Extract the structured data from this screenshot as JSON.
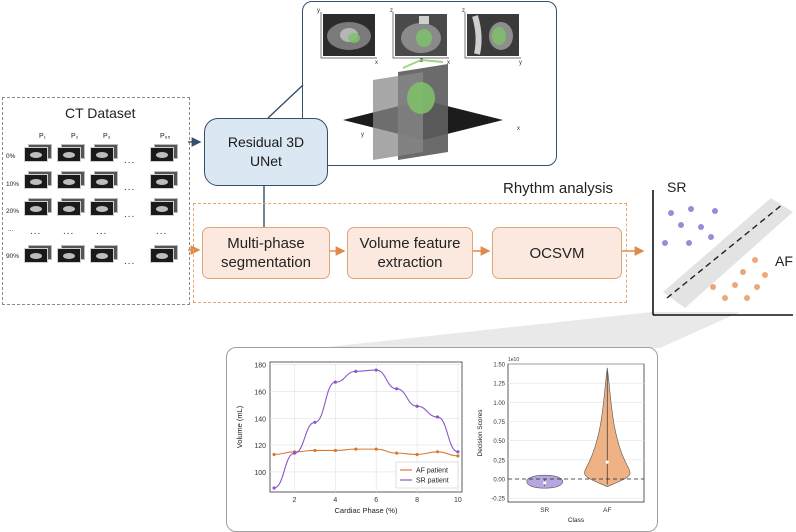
{
  "dataset": {
    "title": "CT Dataset",
    "columns": [
      "P₁",
      "P₂",
      "P₃",
      "P₉₅"
    ],
    "rows": [
      "0%",
      "10%",
      "20%",
      "...",
      "90%"
    ],
    "ellipsis": "..."
  },
  "unet_label": "Residual 3D\nUNet",
  "pipeline": {
    "title": "Rhythm analysis",
    "steps": [
      "Multi-phase\nsegmentation",
      "Volume feature\nextraction",
      "OCSVM"
    ]
  },
  "ct_views": {
    "axis_labels": [
      "y",
      "z",
      "z",
      "x",
      "x",
      "y",
      "z",
      "y",
      "x"
    ]
  },
  "classifier": {
    "label_sr": "SR",
    "label_af": "AF",
    "colors": {
      "sr": "#9e8ad6",
      "af": "#eda878",
      "boundary": "#222222"
    }
  },
  "chart_data": [
    {
      "type": "line",
      "xlabel": "Cardiac Phase (%)",
      "ylabel": "Volume (mL)",
      "xlim": [
        0.8,
        10.2
      ],
      "ylim": [
        85,
        182
      ],
      "xticks": [
        2,
        4,
        6,
        8,
        10
      ],
      "yticks": [
        100,
        120,
        140,
        160,
        180
      ],
      "x": [
        1,
        2,
        3,
        4,
        5,
        6,
        7,
        8,
        9,
        10
      ],
      "series": [
        {
          "name": "AF patient",
          "color": "#d97a32",
          "values": [
            113,
            115,
            116,
            116,
            117,
            117,
            114,
            113,
            115,
            112
          ]
        },
        {
          "name": "SR patient",
          "color": "#8b57c9",
          "values": [
            88,
            114,
            137,
            167,
            175,
            176,
            162,
            149,
            141,
            115
          ]
        }
      ],
      "legend": "bottom-right",
      "grid": true
    },
    {
      "type": "violin",
      "xlabel": "Class",
      "ylabel": "Decision Scores",
      "scale_note": "1e10",
      "categories": [
        "SR",
        "AF"
      ],
      "ylim": [
        -0.3,
        1.5
      ],
      "yticks": [
        "-0.25",
        "0.00",
        "0.25",
        "0.50",
        "0.75",
        "1.00",
        "1.25",
        "1.50"
      ],
      "ytick_values": [
        -0.25,
        0.0,
        0.25,
        0.5,
        0.75,
        1.0,
        1.25,
        1.5
      ],
      "threshold": 0.0,
      "series": [
        {
          "name": "SR",
          "color": "#b7a7e0",
          "min": -0.12,
          "max": 0.05,
          "median": -0.05
        },
        {
          "name": "AF",
          "color": "#eeb285",
          "min": -0.1,
          "max": 1.45,
          "median": 0.22
        }
      ],
      "grid": true
    }
  ]
}
